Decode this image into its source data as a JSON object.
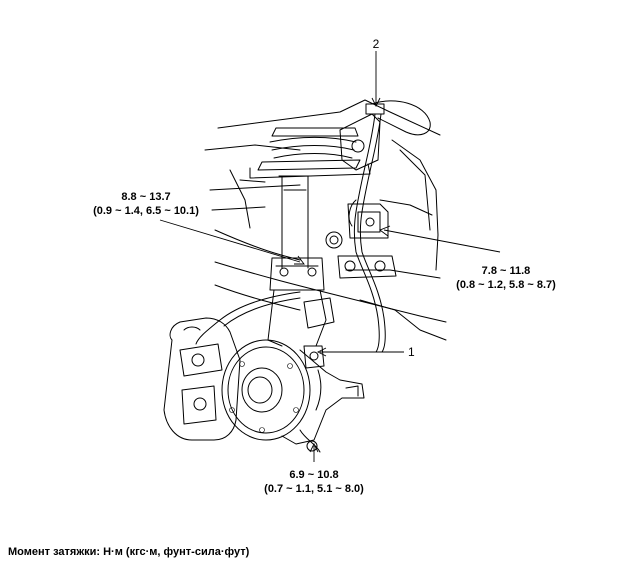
{
  "callouts": {
    "part_1": "1",
    "part_2": "2",
    "torque_a_nm": "8.8 ~ 13.7",
    "torque_a_alt": "(0.9 ~ 1.4, 6.5 ~ 10.1)",
    "torque_b_nm": "7.8 ~ 11.8",
    "torque_b_alt": "(0.8 ~ 1.2, 5.8 ~ 8.7)",
    "torque_c_nm": "6.9 ~ 10.8",
    "torque_c_alt": "(0.7 ~ 1.1, 5.1 ~ 8.0)"
  },
  "caption": "Момент затяжки: Н·м (кгс·м, фунт-сила·фут)"
}
